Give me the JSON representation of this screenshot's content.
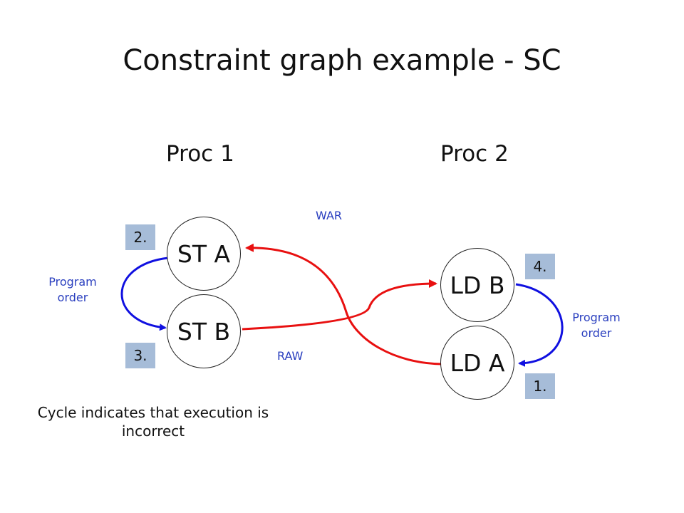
{
  "title": "Constraint graph example - SC",
  "procs": {
    "p1": "Proc 1",
    "p2": "Proc 2"
  },
  "nodes": {
    "st_a": "ST A",
    "st_b": "ST B",
    "ld_b": "LD B",
    "ld_a": "LD A"
  },
  "badges": {
    "st_a": "2.",
    "st_b": "3.",
    "ld_b": "4.",
    "ld_a": "1."
  },
  "edge_labels": {
    "war": "WAR",
    "raw": "RAW",
    "po_left": "Program order",
    "po_right": "Program order"
  },
  "note": "Cycle indicates that execution is incorrect",
  "colors": {
    "program_order": "#1010e0",
    "dependence": "#e81010",
    "badge": "#a6bcd8",
    "label": "#2a3fbf"
  }
}
